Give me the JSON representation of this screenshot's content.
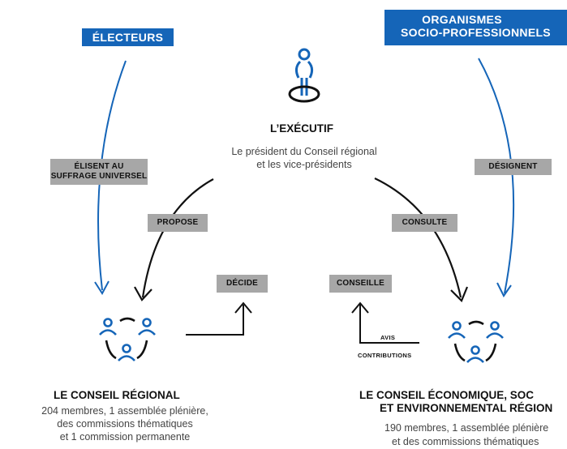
{
  "electeurs": "ÉLECTEURS",
  "organismes": {
    "line1": "ORGANISMES",
    "line2": "SOCIO-PROFESSIONNELS"
  },
  "executif": {
    "title": "L’EXÉCUTIF",
    "desc_line1": "Le président du Conseil régional",
    "desc_line2": "et les vice-présidents"
  },
  "labels": {
    "elisent_line1": "ÉLISENT AU",
    "elisent_line2": "SUFFRAGE UNIVERSEL",
    "designent": "DÉSIGNENT",
    "propose": "PROPOSE",
    "consulte": "CONSULTE",
    "decide": "DÉCIDE",
    "conseille": "CONSEILLE",
    "avis": "AVIS",
    "contributions": "CONTRIBUTIONS"
  },
  "conseil_regional": {
    "title": "LE CONSEIL RÉGIONAL",
    "desc_line1": "204 membres, 1 assemblée plénière,",
    "desc_line2": "des commissions thématiques",
    "desc_line3": "et 1 commission permanente"
  },
  "ceser": {
    "title_line1": "LE CONSEIL ÉCONOMIQUE, SOC",
    "title_line2": "ET ENVIRONNEMENTAL RÉGION",
    "desc_line1": "190 membres, 1 assemblée plénière",
    "desc_line2": "et des commissions thématiques"
  },
  "colors": {
    "accent": "#1565b8",
    "tag_grey": "#a7a7a7"
  }
}
